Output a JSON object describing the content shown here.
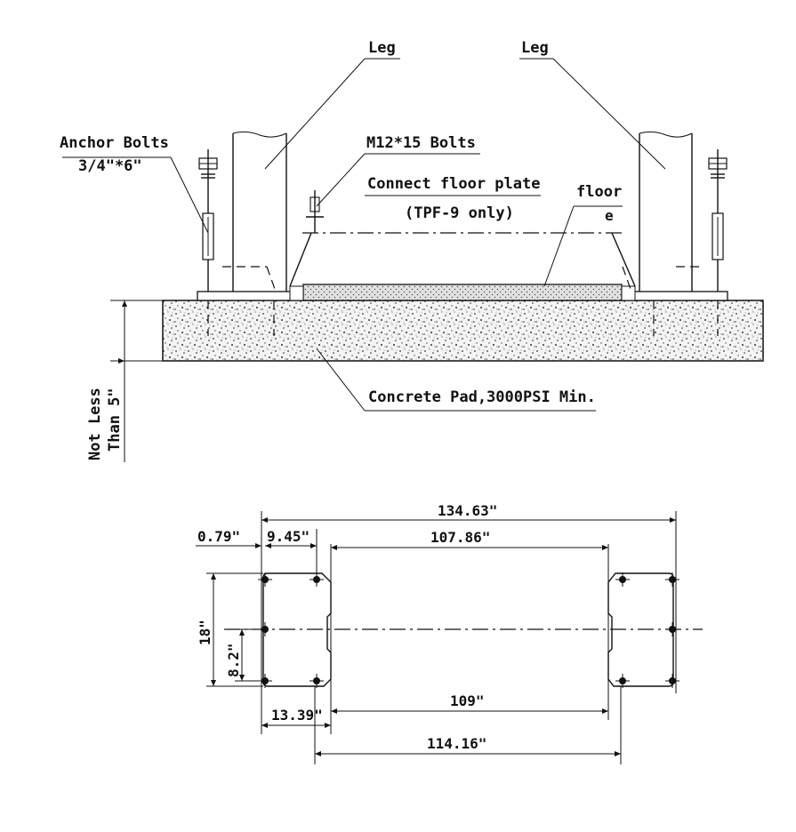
{
  "elevation": {
    "leg_left_label": "Leg",
    "leg_right_label": "Leg",
    "anchor_bolts_label": "Anchor Bolts",
    "anchor_bolts_size": "3/4\"*6\"",
    "m12_bolts_label": "M12*15 Bolts",
    "connect_plate_label": "Connect floor plate",
    "tpf_note": "(TPF-9 only)",
    "floor_label": "floor",
    "floor_label_suffix": "e",
    "concrete_label": "Concrete Pad,3000PSI Min.",
    "thickness_line1": "Not Less",
    "thickness_line2": "Than 5\""
  },
  "plan": {
    "dim_overall": "134.63\"",
    "dim_edge": "0.79\"",
    "dim_base_width": "9.45\"",
    "dim_inner_top": "107.86\"",
    "dim_depth": "18\"",
    "dim_half_depth": "8.2\"",
    "dim_inner_bottom": "109\"",
    "dim_base_offset": "13.39\"",
    "dim_bolt_span": "114.16\""
  }
}
